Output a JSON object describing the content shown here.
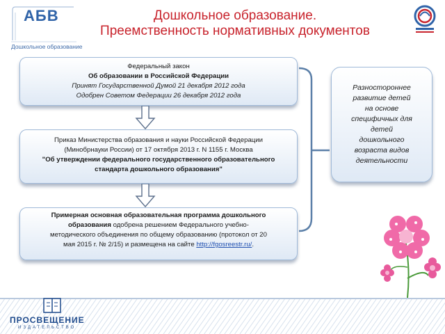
{
  "header": {
    "logo_mark": "АБВ",
    "logo_subtitle": "Дошкольное образование",
    "title_line1": "Дошкольное образование.",
    "title_line2": "Преемственность нормативных документов"
  },
  "boxes": {
    "law": {
      "line1": "Федеральный закон",
      "line2": "Об образовании в Российской Федерации",
      "line3": "Принят Государственной Думой 21 декабря 2012 года",
      "line4": "Одобрен Советом Федерации 26 декабря 2012 года"
    },
    "order": {
      "line1": "Приказ Министерства образования и науки Российской Федерации",
      "line2": "(Минобрнауки России) от 17 октября 2013 г. N 1155 г. Москва",
      "line3": "\"Об утверждении федерального государственного образовательного",
      "line4": "стандарта дошкольного образования\""
    },
    "program": {
      "bold1": "Примерная основная образовательная программа дошкольного",
      "bold2": "образования",
      "text1": " одобрена решением Федерального учебно-",
      "text2": "методического объединения по общему образованию (протокол от 20",
      "text3": "мая 2015 г. № 2/15) и размещена на сайте ",
      "link": "http://fgosreestr.ru/",
      "tail": "."
    },
    "side": {
      "lines": [
        "Разностороннее",
        "развитие детей",
        "на основе",
        "специфичных для",
        "детей",
        "дошкольного",
        "возраста видов",
        "деятельности"
      ]
    }
  },
  "footer": {
    "brand": "ПРОСВЕЩЕНИЕ",
    "brand_sub": "ИЗДАТЕЛЬСТВО"
  },
  "icons": {
    "down_arrow": "down-arrow-icon",
    "bracket": "bracket-connector-icon"
  },
  "colors": {
    "title": "#c8232c",
    "box_border": "#9fb9d8",
    "accent_blue": "#2f63a8",
    "flower_pink": "#e85a9c"
  }
}
